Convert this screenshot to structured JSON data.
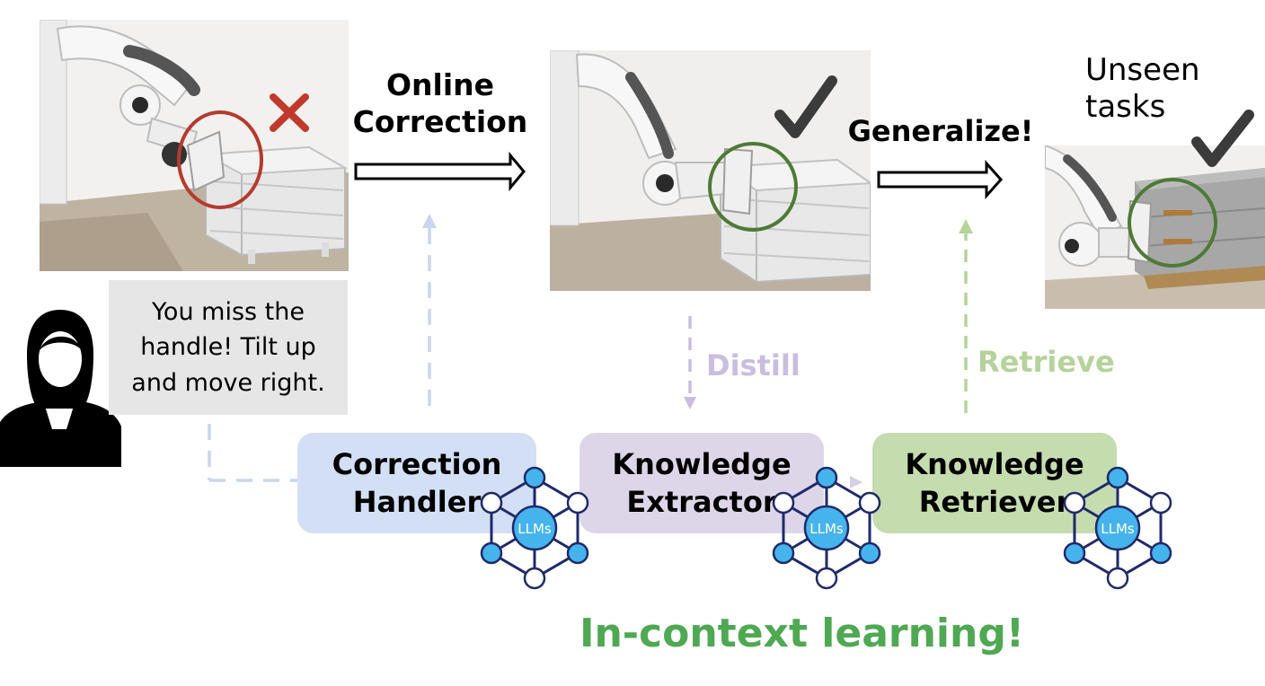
{
  "top": {
    "arrow1_label_line1": "Online",
    "arrow1_label_line2": "Correction",
    "arrow2_label": "Generalize!",
    "unseen_line1": "Unseen",
    "unseen_line2": "tasks"
  },
  "speech": {
    "line1": "You miss the",
    "line2": "handle! Tilt up",
    "line3": "and move right."
  },
  "flows": {
    "distill": "Distill",
    "retrieve": "Retrieve"
  },
  "modules": [
    {
      "line1": "Correction",
      "line2": "Handler",
      "color": "#d3dff4"
    },
    {
      "line1": "Knowledge",
      "line2": "Extractor",
      "color": "#ddd6e8"
    },
    {
      "line1": "Knowledge",
      "line2": "Retriever",
      "color": "#c5dcae"
    }
  ],
  "llm_badge": "LLMs",
  "footer": "In-context learning!",
  "colors": {
    "wrong": "#c0392b",
    "correct_circle": "#4e7a35",
    "distill": "#c9bde0",
    "retrieve": "#b5d39a",
    "footer": "#4fa852",
    "llm_node": "#45b4ec",
    "llm_edge": "#1f2a6b"
  }
}
